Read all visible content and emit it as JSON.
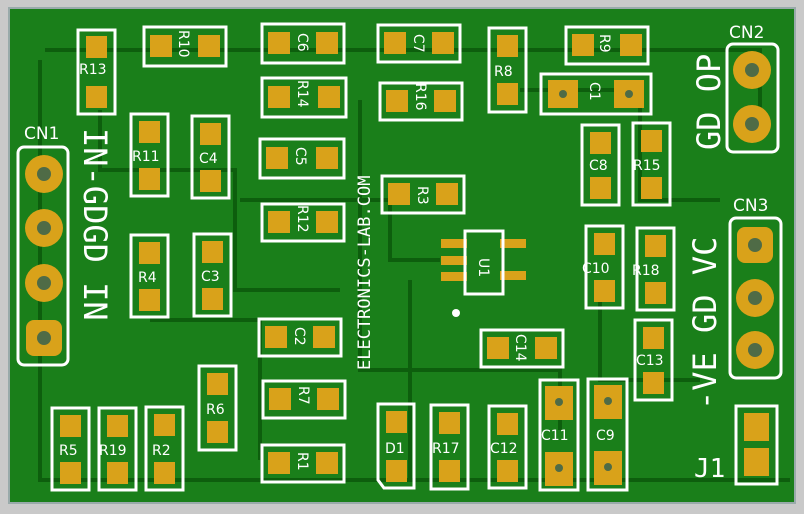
{
  "board": {
    "website": "ELECTRONICS-LAB.COM",
    "colors": {
      "board": "#1a7f1a",
      "pad": "#d9a21a",
      "silk": "#ffffff",
      "edge": "#c9c9c9"
    }
  },
  "connectors": {
    "cn1": "CN1",
    "cn2": "CN2",
    "cn3": "CN3",
    "j1": "J1"
  },
  "labels": {
    "in_gdgd_in": "IN-GDGD IN",
    "gd_op": "GD OP",
    "ve_gd_vc": "-VE GD VC"
  },
  "components": {
    "r1": "R1",
    "r2": "R2",
    "r3": "R3",
    "r4": "R4",
    "r5": "R5",
    "r6": "R6",
    "r7": "R7",
    "r8": "R8",
    "r9": "R9",
    "r10": "R10",
    "r11": "R11",
    "r12": "R12",
    "r13": "R13",
    "r14": "R14",
    "r15": "R15",
    "r16": "R16",
    "r17": "R17",
    "r18": "R18",
    "r19": "R19",
    "c1": "C1",
    "c2": "C2",
    "c3": "C3",
    "c4": "C4",
    "c5": "C5",
    "c6": "C6",
    "c7": "C7",
    "c8": "C8",
    "c9": "C9",
    "c10": "C10",
    "c11": "C11",
    "c12": "C12",
    "c13": "C13",
    "c14": "C14",
    "d1": "D1",
    "u1": "U1"
  }
}
